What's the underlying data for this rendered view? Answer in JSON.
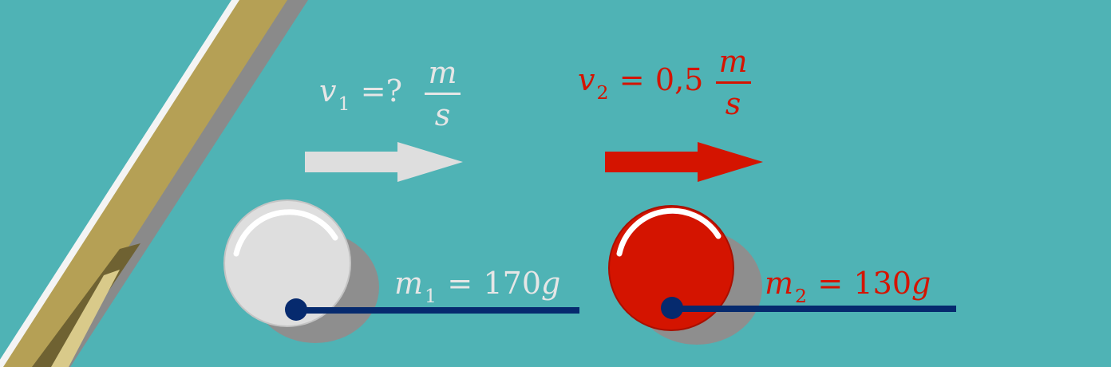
{
  "ball_1": {
    "velocity": {
      "symbol": "v",
      "subscript": "1",
      "operator": "=?",
      "unit_num": "m",
      "unit_den": "s"
    },
    "mass": {
      "symbol": "m",
      "subscript": "1",
      "operator": "=",
      "value": "170",
      "unit": "g"
    },
    "color": "#dedede"
  },
  "ball_2": {
    "velocity": {
      "symbol": "v",
      "subscript": "2",
      "operator": "=",
      "value": "0,5",
      "unit_num": "m",
      "unit_den": "s"
    },
    "mass": {
      "symbol": "m",
      "subscript": "2",
      "operator": "=",
      "value": "130",
      "unit": "g"
    },
    "color": "#d41400"
  },
  "colors": {
    "table": "#4fb3b5",
    "cue": "#b5a055",
    "radius_line": "#062a6e",
    "shadow": "#8e8e8e"
  }
}
